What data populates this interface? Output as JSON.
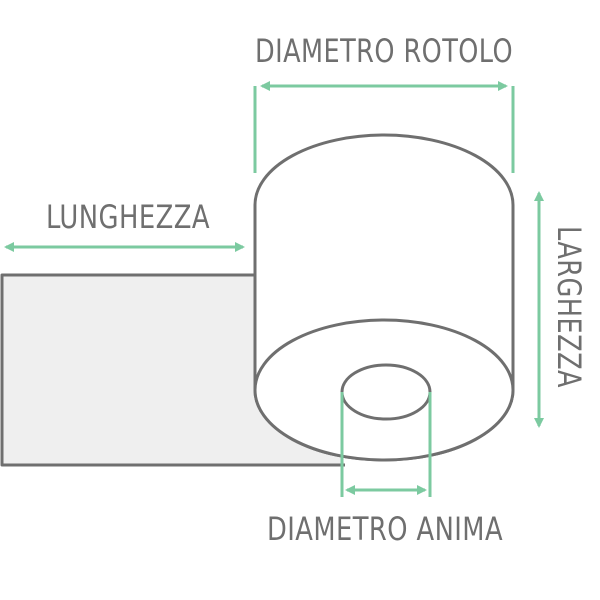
{
  "diagram": {
    "labels": {
      "roll_diameter": "DIAMETRO ROTOLO",
      "length": "LUNGHEZZA",
      "width": "LARGHEZZA",
      "core_diameter": "DIAMETRO ANIMA"
    },
    "colors": {
      "accent": "#7ccaa0",
      "outline": "#6f6f6f",
      "sheet_fill": "#efefef",
      "text": "#6f6f6f",
      "background": "#ffffff"
    }
  }
}
